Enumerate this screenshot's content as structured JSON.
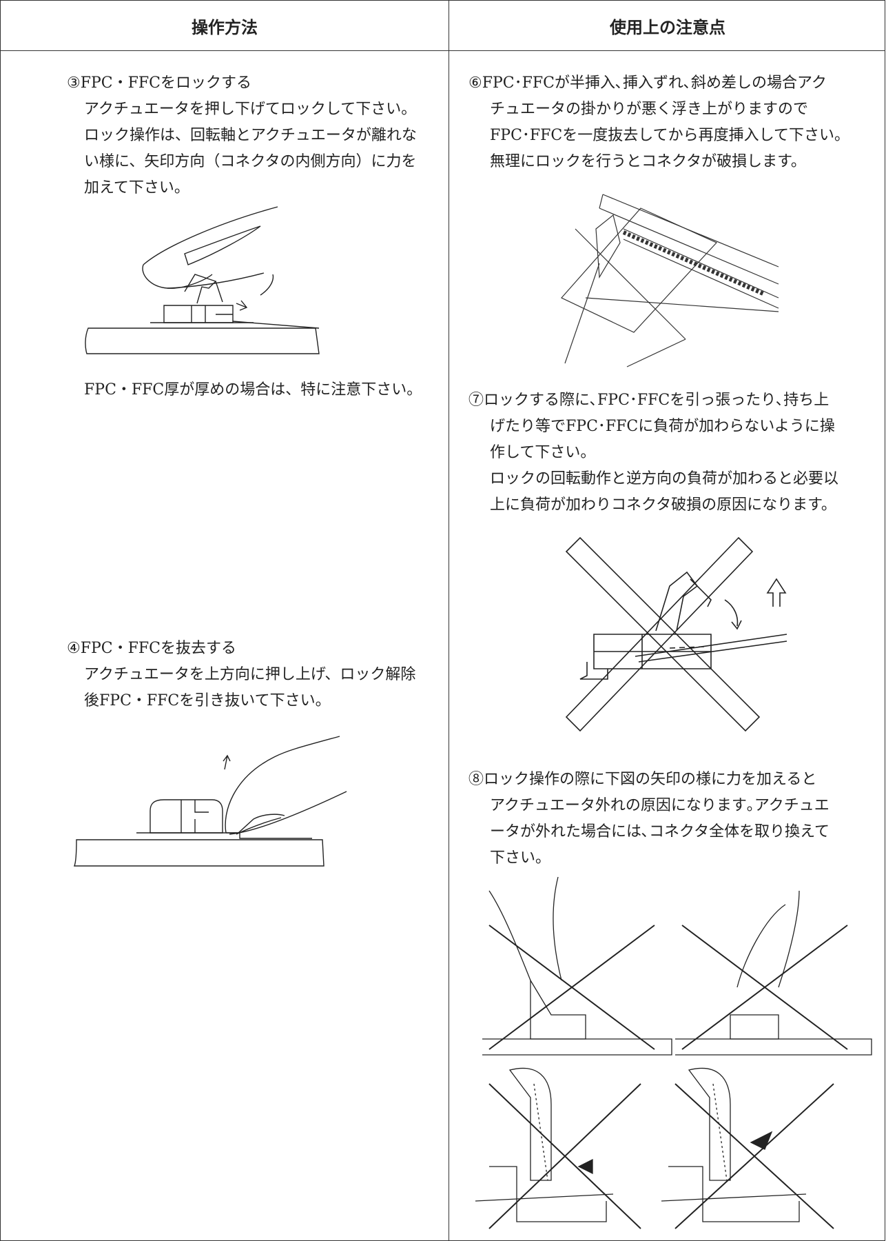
{
  "header": {
    "left_col": "操作方法",
    "right_col": "使用上の注意点"
  },
  "left": {
    "s3": {
      "title": "③FPC・FFCをロックする",
      "lines": [
        "アクチュエータを押し下げてロックして下さい。",
        "ロック操作は、回転軸とアクチュエータが離れな",
        "い様に、矢印方向（コネクタの内側方向）に力を",
        "加えて下さい。"
      ],
      "caption": "FPC・FFC厚が厚めの場合は、特に注意下さい。"
    },
    "s4": {
      "title": "④FPC・FFCを抜去する",
      "lines": [
        "アクチュエータを上方向に押し上げ、ロック解除",
        "後FPC・FFCを引き抜いて下さい。"
      ]
    }
  },
  "right": {
    "s6": {
      "lines": [
        "⑥FPC･FFCが半挿入､挿入ずれ､斜め差しの場合アク",
        "チュエータの掛かりが悪く浮き上がりますので",
        "FPC･FFCを一度抜去してから再度挿入して下さい。",
        "無理にロックを行うとコネクタが破損します。"
      ]
    },
    "s7": {
      "lines": [
        "⑦ロックする際に､FPC･FFCを引っ張ったり､持ち上",
        "げたり等でFPC･FFCに負荷が加わらないように操",
        "作して下さい。",
        "ロックの回転動作と逆方向の負荷が加わると必要以",
        "上に負荷が加わりコネクタ破損の原因になります。"
      ]
    },
    "s8": {
      "lines": [
        "⑧ロック操作の際に下図の矢印の様に力を加えると",
        "アクチュエータ外れの原因になります｡アクチュエ",
        "ータが外れた場合には､コネクタ全体を取り換えて",
        "下さい。"
      ]
    }
  },
  "colors": {
    "line": "#333333",
    "text": "#222222"
  }
}
